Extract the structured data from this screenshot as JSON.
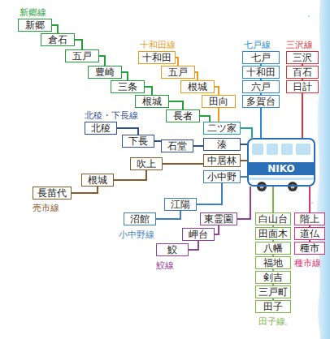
{
  "diagram": {
    "nodes": [
      {
        "text": [
          "新郷"
        ]
      },
      {
        "text": [
          "倉石"
        ]
      },
      {
        "text": [
          "五戸"
        ]
      },
      {
        "text": [
          "豊崎"
        ]
      },
      {
        "text": [
          "三条"
        ]
      },
      {
        "text": [
          "根城"
        ]
      },
      {
        "text": [
          "長者"
        ]
      },
      {
        "text": [
          "十和田"
        ]
      },
      {
        "text": [
          "五戸"
        ]
      },
      {
        "text": [
          "根城"
        ]
      },
      {
        "text": [
          "田向"
        ]
      },
      {
        "text": [
          "七戸"
        ]
      },
      {
        "text": [
          "十和田"
        ]
      },
      {
        "text": [
          "六戸"
        ]
      },
      {
        "text": [
          "多賀台"
        ]
      },
      {
        "text": [
          "三沢"
        ]
      },
      {
        "text": [
          "百石"
        ]
      },
      {
        "text": [
          "日計"
        ]
      },
      {
        "text": [
          "北稜"
        ]
      },
      {
        "text": [
          "下長"
        ]
      },
      {
        "text": [
          "石堂"
        ]
      },
      {
        "text": [
          "二ツ家"
        ]
      },
      {
        "text": [
          "湊"
        ]
      },
      {
        "text": [
          "長苗代"
        ]
      },
      {
        "text": [
          "根城"
        ]
      },
      {
        "text": [
          "吹上"
        ]
      },
      {
        "text": [
          "中居林"
        ]
      },
      {
        "text": [
          "沼館"
        ]
      },
      {
        "text": [
          "江陽"
        ]
      },
      {
        "text": [
          "小中野"
        ]
      },
      {
        "text": [
          "鮫"
        ]
      },
      {
        "text": [
          "岬台"
        ]
      },
      {
        "text": [
          "東霊園"
        ]
      },
      {
        "text": [
          "白山台"
        ]
      },
      {
        "text": [
          "田面木"
        ]
      },
      {
        "text": [
          "八幡"
        ]
      },
      {
        "text": [
          "福地"
        ]
      },
      {
        "text": [
          "剣吉"
        ]
      },
      {
        "text": [
          "三戸町"
        ]
      },
      {
        "text": [
          "田子"
        ]
      },
      {
        "text": [
          "階上"
        ]
      },
      {
        "text": [
          "道仏"
        ]
      },
      {
        "text": [
          "種市"
        ]
      },
      {
        "text": [
          "NIKO"
        ]
      }
    ],
    "edges": [
      {
        "from": 0,
        "to": 1,
        "arrow": "none"
      },
      {
        "from": 1,
        "to": 2,
        "arrow": "none"
      },
      {
        "from": 2,
        "to": 3,
        "arrow": "none"
      },
      {
        "from": 3,
        "to": 4,
        "arrow": "none"
      },
      {
        "from": 4,
        "to": 5,
        "arrow": "none"
      },
      {
        "from": 5,
        "to": 6,
        "arrow": "none"
      },
      {
        "from": 6,
        "to": 21,
        "arrow": "none"
      },
      {
        "from": 7,
        "to": 8,
        "arrow": "none"
      },
      {
        "from": 8,
        "to": 9,
        "arrow": "none"
      },
      {
        "from": 9,
        "to": 10,
        "arrow": "none"
      },
      {
        "from": 10,
        "to": 21,
        "arrow": "none"
      },
      {
        "from": 21,
        "to": 43,
        "arrow": "none"
      },
      {
        "from": 11,
        "to": 12,
        "arrow": "none"
      },
      {
        "from": 12,
        "to": 13,
        "arrow": "none"
      },
      {
        "from": 13,
        "to": 14,
        "arrow": "none"
      },
      {
        "from": 14,
        "to": 43,
        "arrow": "none"
      },
      {
        "from": 15,
        "to": 16,
        "arrow": "none"
      },
      {
        "from": 16,
        "to": 17,
        "arrow": "none"
      },
      {
        "from": 17,
        "to": 43,
        "arrow": "none"
      },
      {
        "from": 18,
        "to": 19,
        "arrow": "none"
      },
      {
        "from": 19,
        "to": 20,
        "arrow": "none"
      },
      {
        "from": 20,
        "to": 22,
        "arrow": "none"
      },
      {
        "from": 22,
        "to": 43,
        "arrow": "none"
      },
      {
        "from": 23,
        "to": 24,
        "arrow": "none"
      },
      {
        "from": 24,
        "to": 25,
        "arrow": "none"
      },
      {
        "from": 25,
        "to": 26,
        "arrow": "none"
      },
      {
        "from": 26,
        "to": 43,
        "arrow": "none"
      },
      {
        "from": 27,
        "to": 28,
        "arrow": "none"
      },
      {
        "from": 28,
        "to": 29,
        "arrow": "none"
      },
      {
        "from": 29,
        "to": 43,
        "arrow": "none"
      },
      {
        "from": 30,
        "to": 31,
        "arrow": "none"
      },
      {
        "from": 31,
        "to": 32,
        "arrow": "none"
      },
      {
        "from": 32,
        "to": 43,
        "arrow": "none"
      },
      {
        "from": 33,
        "to": 43,
        "arrow": "none"
      },
      {
        "from": 33,
        "to": 34,
        "arrow": "none"
      },
      {
        "from": 34,
        "to": 35,
        "arrow": "none"
      },
      {
        "from": 35,
        "to": 36,
        "arrow": "none"
      },
      {
        "from": 36,
        "to": 37,
        "arrow": "none"
      },
      {
        "from": 37,
        "to": 38,
        "arrow": "none"
      },
      {
        "from": 38,
        "to": 39,
        "arrow": "none"
      },
      {
        "from": 40,
        "to": 43,
        "arrow": "none"
      },
      {
        "from": 40,
        "to": 41,
        "arrow": "none"
      },
      {
        "from": 41,
        "to": 42,
        "arrow": "none"
      }
    ],
    "labels": [
      "新郷線",
      "十和田線",
      "七戸線",
      "三沢線",
      "北稜・下長線",
      "売市線",
      "小中野線",
      "鮫線",
      "田子線",
      "種市線"
    ]
  }
}
